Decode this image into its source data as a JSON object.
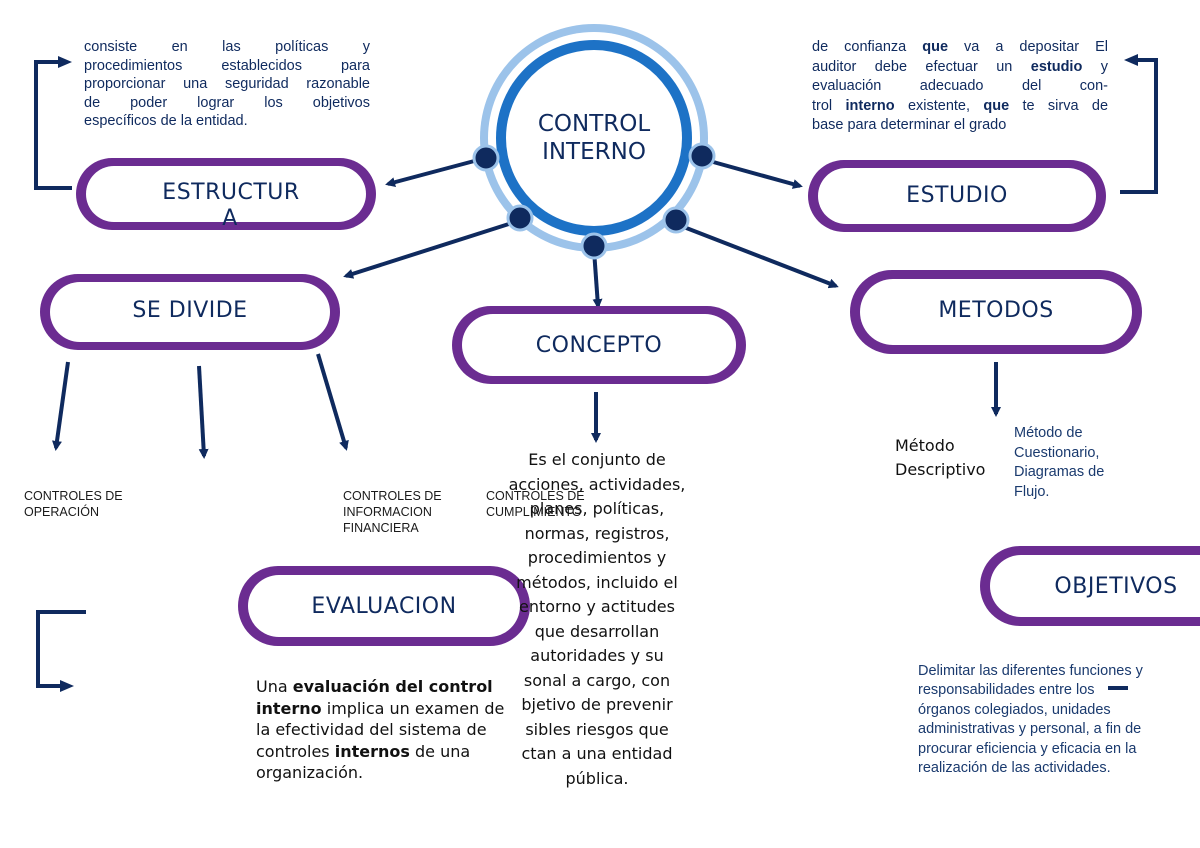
{
  "colors": {
    "navy": "#0f2a5e",
    "purple": "#6b2c91",
    "light_blue": "#9cc3ea",
    "ring_blue": "#1d72c6"
  },
  "center": {
    "line1": "CONTROL",
    "line2": "INTERNO"
  },
  "nodes": {
    "estructura": {
      "line1": "ESTRUCTUR",
      "line2": "A"
    },
    "estudio": "ESTUDIO",
    "se_divide": "SE DIVIDE",
    "concepto": "CONCEPTO",
    "metodos": "METODOS",
    "evaluacion": "EVALUACION",
    "objetivos": "OBJETIVOS"
  },
  "estructura_text": [
    "consiste en las políticas y",
    "procedimientos establecidos para",
    "proporcionar una seguridad razonable",
    "de poder lograr los objetivos",
    "específicos de la entidad."
  ],
  "estudio_text": {
    "l1a": "de confianza ",
    "l1b": "que",
    "l1c": " va a depositar El",
    "l2a": "auditor debe efectuar un ",
    "l2b": "estudio",
    "l2c": " y",
    "l3": "evaluación adecuado del con-",
    "l4a": "trol ",
    "l4b": "interno",
    "l4c": " existente, ",
    "l4d": "que",
    "l4e": " te sirva de",
    "l5": "base para determinar el grado"
  },
  "divisions": {
    "operacion": [
      "CONTROLES DE",
      "OPERACIÓN"
    ],
    "informacion": [
      "CONTROLES DE",
      "INFORMACION",
      "FINANCIERA"
    ],
    "cumplimiento": [
      "CONTROLES DE",
      "CUMPLIMIENTO"
    ]
  },
  "concepto_text": [
    "Es el conjunto de",
    "acciones, actividades,",
    "planes, políticas,",
    "normas, registros,",
    "procedimientos y",
    "métodos, incluido el",
    "entorno y actitudes",
    "que desarrollan",
    "autoridades y su",
    "sonal a cargo, con",
    "bjetivo de prevenir",
    "sibles riesgos que",
    "ctan a una entidad",
    "pública."
  ],
  "metodos": {
    "descriptivo": [
      "Método",
      "Descriptivo"
    ],
    "others": [
      "Método de",
      "Cuestionario,",
      "Diagramas de",
      "Flujo."
    ]
  },
  "evaluacion_text": {
    "l1a": "Una ",
    "l1b": "evaluación del control",
    "l2a": "interno",
    "l2b": " implica un examen de",
    "l3": "la efectividad del sistema de",
    "l4a": "controles ",
    "l4b": "internos",
    "l4c": " de una",
    "l5": "organización."
  },
  "objetivos_text": [
    "Delimitar las diferentes funciones y",
    "responsabilidades entre los",
    "órganos colegiados, unidades",
    "administrativas y personal, a fin de",
    "procurar eficiencia y eficacia en la",
    "realización de las actividades."
  ]
}
